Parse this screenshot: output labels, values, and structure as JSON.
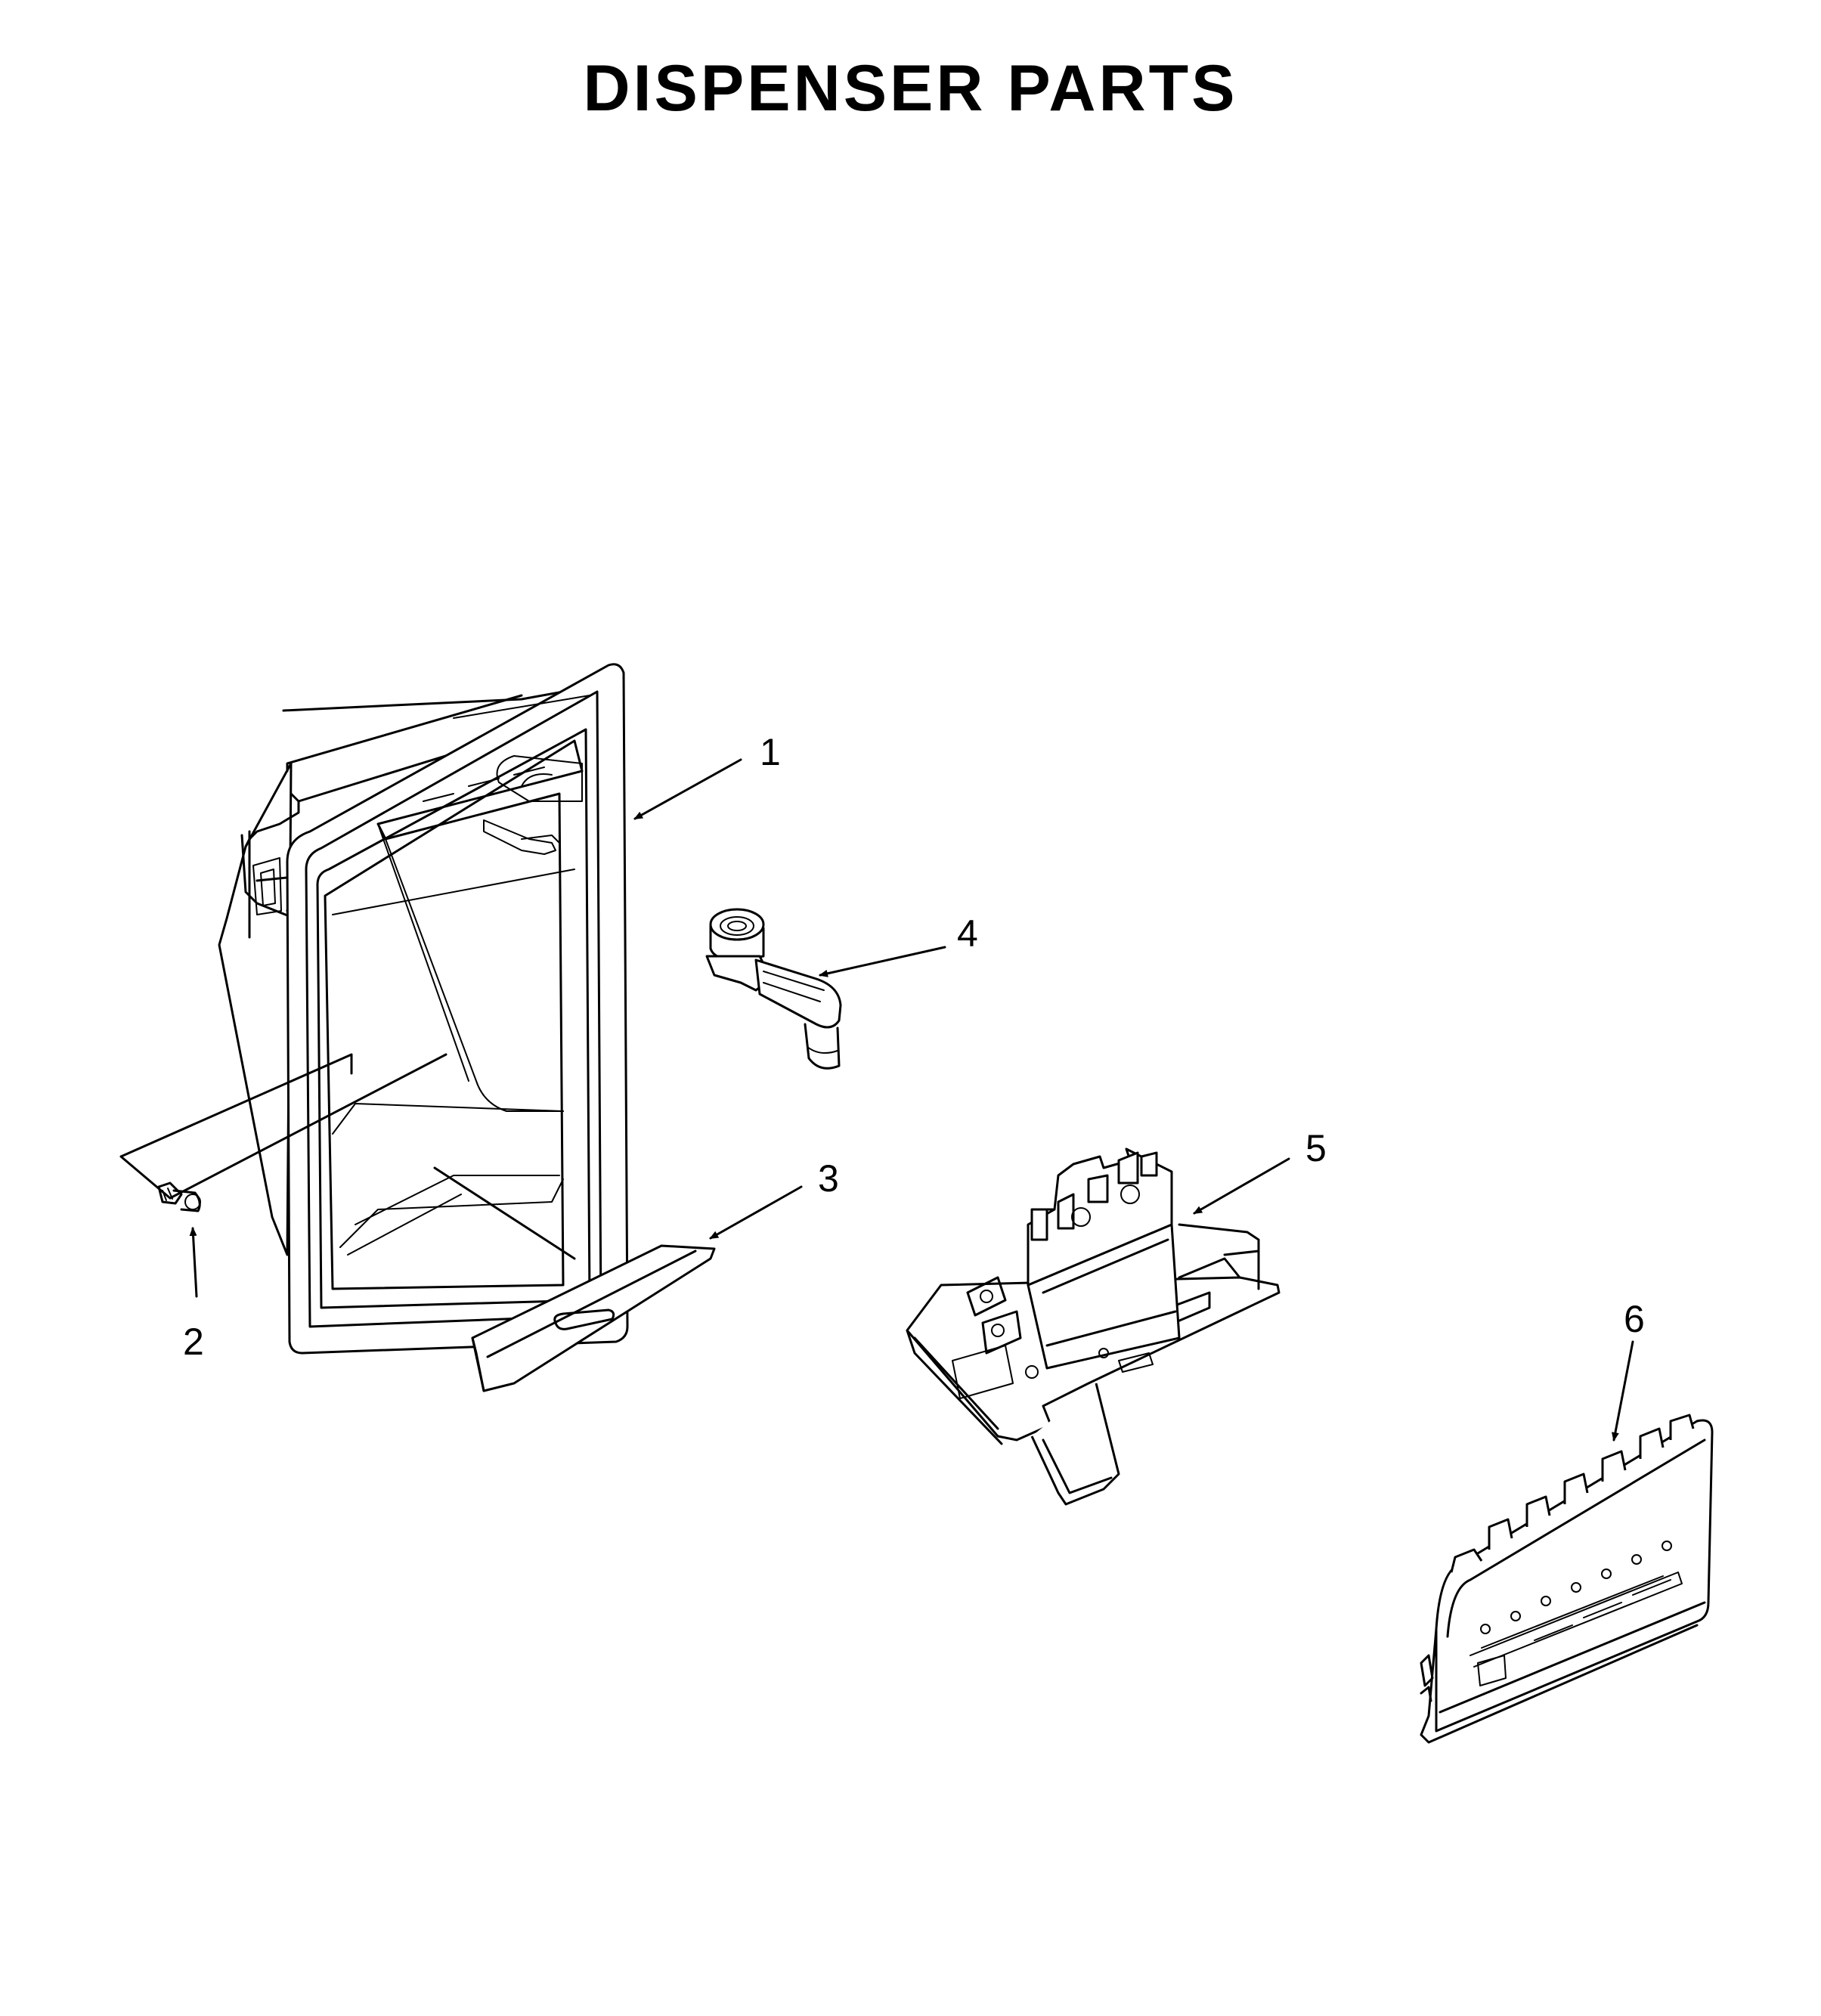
{
  "title": "DISPENSER PARTS",
  "callouts": [
    "1",
    "2",
    "3",
    "4",
    "5",
    "6"
  ]
}
